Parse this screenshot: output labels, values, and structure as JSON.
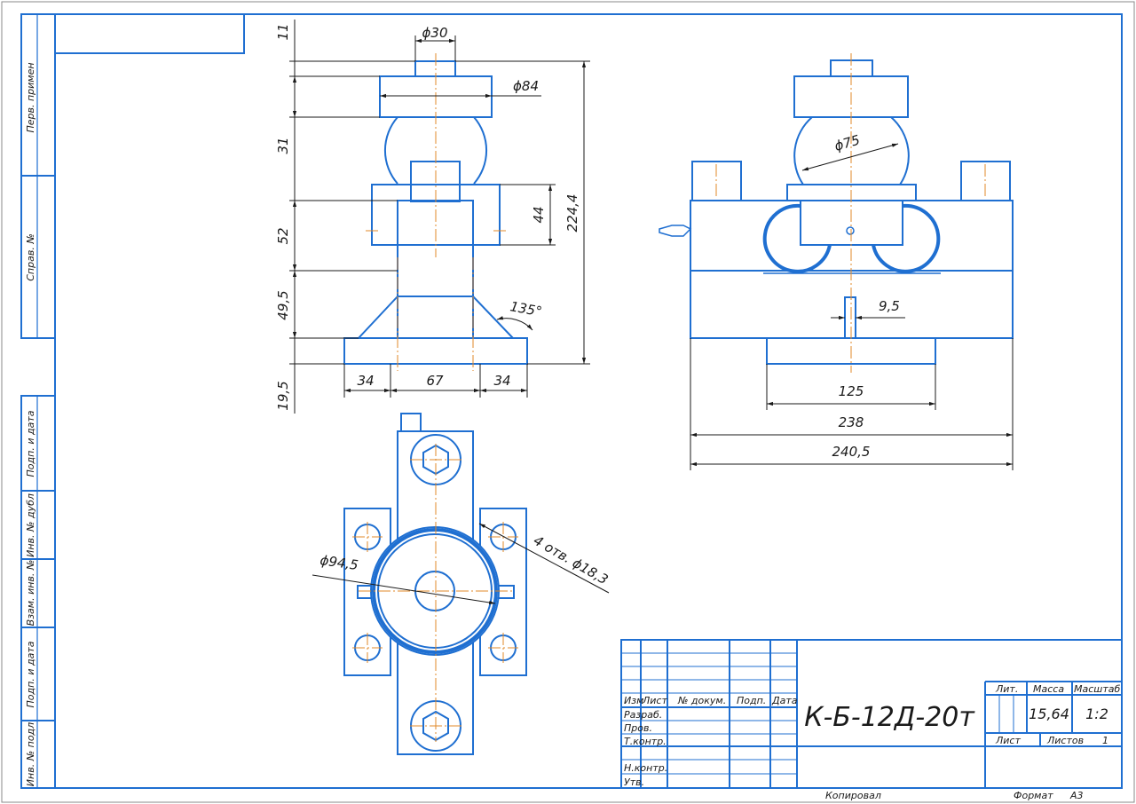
{
  "colors": {
    "outline": "#1f6fd1",
    "centerline": "#e08a2a",
    "dimension": "#1a1a1a",
    "frame": "#1f6fd1"
  },
  "side_stamps": [
    "Перв. примен",
    "Справ. №",
    "Подп. и дата",
    "Инв. № дубл",
    "Взам. инв. №",
    "Подп. и дата",
    "Инв. № подл"
  ],
  "dimensions": {
    "shaft_dia": "ϕ30",
    "cap_dia": "ϕ84",
    "h_11": "11",
    "h_31": "31",
    "h_52": "52",
    "h_49_5": "49,5",
    "h_19_5": "19,5",
    "h_44": "44",
    "h_total": "224,4",
    "angle": "135°",
    "base_34_left": "34",
    "base_67": "67",
    "base_34_right": "34",
    "ball_dia": "ϕ75",
    "slot": "9,5",
    "w_125": "125",
    "w_238": "238",
    "w_240_5": "240,5",
    "ring_dia": "ϕ94,5",
    "holes": "4 отв. ϕ18,3"
  },
  "title_block": {
    "designation": "К-Б-12Д-20т",
    "header_izm": "Изм",
    "header_list": "Лист",
    "header_doc": "№ докум.",
    "header_podp": "Подп.",
    "header_data": "Дата",
    "row_razrab": "Разраб.",
    "row_prov": "Пров.",
    "row_tkontr": "Т.контр.",
    "row_nkontr": "Н.контр.",
    "row_utv": "Утв.",
    "lit_label": "Лит.",
    "mass_label": "Масса",
    "scale_label": "Масштаб",
    "mass_value": "15,64",
    "scale_value": "1:2",
    "sheet_label": "Лист",
    "sheets_label": "Листов",
    "sheets_value": "1"
  },
  "footer": {
    "copied": "Копировал",
    "format_label": "Формат",
    "format_value": "А3"
  }
}
